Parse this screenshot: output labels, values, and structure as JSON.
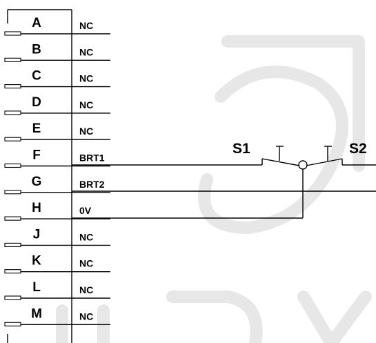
{
  "connector": {
    "pins": [
      {
        "letter": "A",
        "label": "NC"
      },
      {
        "letter": "B",
        "label": "NC"
      },
      {
        "letter": "C",
        "label": "NC"
      },
      {
        "letter": "D",
        "label": "NC"
      },
      {
        "letter": "E",
        "label": "NC"
      },
      {
        "letter": "F",
        "label": "BRT1"
      },
      {
        "letter": "G",
        "label": "BRT2"
      },
      {
        "letter": "H",
        "label": "0V"
      },
      {
        "letter": "J",
        "label": "NC"
      },
      {
        "letter": "K",
        "label": "NC"
      },
      {
        "letter": "L",
        "label": "NC"
      },
      {
        "letter": "M",
        "label": "NC"
      }
    ]
  },
  "switch": {
    "left_label": "S1",
    "right_label": "S2"
  }
}
